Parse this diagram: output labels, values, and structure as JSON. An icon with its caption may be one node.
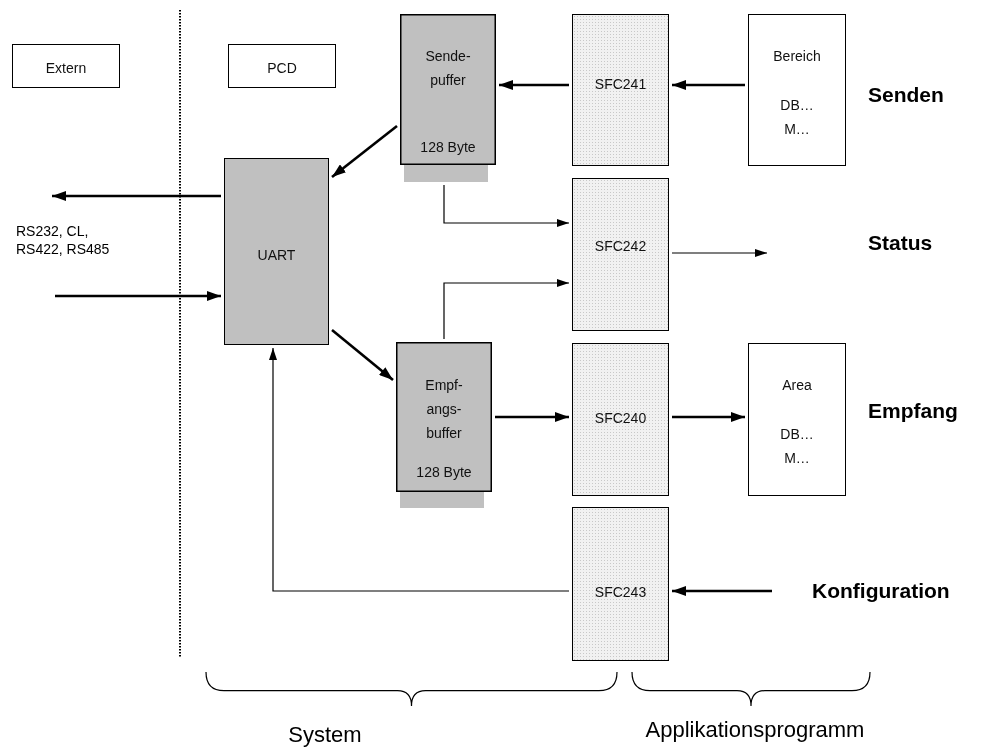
{
  "diagram": {
    "nodes": [
      {
        "text": [
          "Extern"
        ]
      },
      {
        "text": [
          "PCD"
        ]
      },
      {
        "text": [
          "Sende- puffer",
          "128 Byte"
        ]
      },
      {
        "text": [
          "UART"
        ]
      },
      {
        "text": [
          "Empf- angs- buffer",
          "128 Byte"
        ]
      },
      {
        "text": [
          "SFC241"
        ]
      },
      {
        "text": [
          "SFC242"
        ]
      },
      {
        "text": [
          "SFC240"
        ]
      },
      {
        "text": [
          "SFC243"
        ]
      },
      {
        "text": [
          "Bereich",
          "DB… M…"
        ]
      },
      {
        "text": [
          "Area",
          "DB… M…"
        ]
      }
    ],
    "edges": [
      {
        "from": 9,
        "to": 5,
        "arrow": "to"
      },
      {
        "from": 5,
        "to": 2,
        "arrow": "to"
      },
      {
        "from": 2,
        "to": 3,
        "arrow": "to"
      },
      {
        "from": 3,
        "to": null,
        "arrow": "to"
      },
      {
        "from": null,
        "to": 3,
        "arrow": "to"
      },
      {
        "from": 3,
        "to": 4,
        "arrow": "to"
      },
      {
        "from": 2,
        "to": 6,
        "arrow": "to"
      },
      {
        "from": 4,
        "to": 6,
        "arrow": "to"
      },
      {
        "from": 6,
        "to": null,
        "arrow": "to"
      },
      {
        "from": 4,
        "to": 7,
        "arrow": "to"
      },
      {
        "from": 7,
        "to": 10,
        "arrow": "to"
      },
      {
        "from": null,
        "to": 8,
        "arrow": "to"
      },
      {
        "from": 8,
        "to": 3,
        "arrow": "to"
      }
    ],
    "labels": [
      "RS232, CL, RS422, RS485",
      "Senden",
      "Status",
      "Empfang",
      "Konfiguration",
      "System",
      "Applikationsprogramm"
    ]
  }
}
